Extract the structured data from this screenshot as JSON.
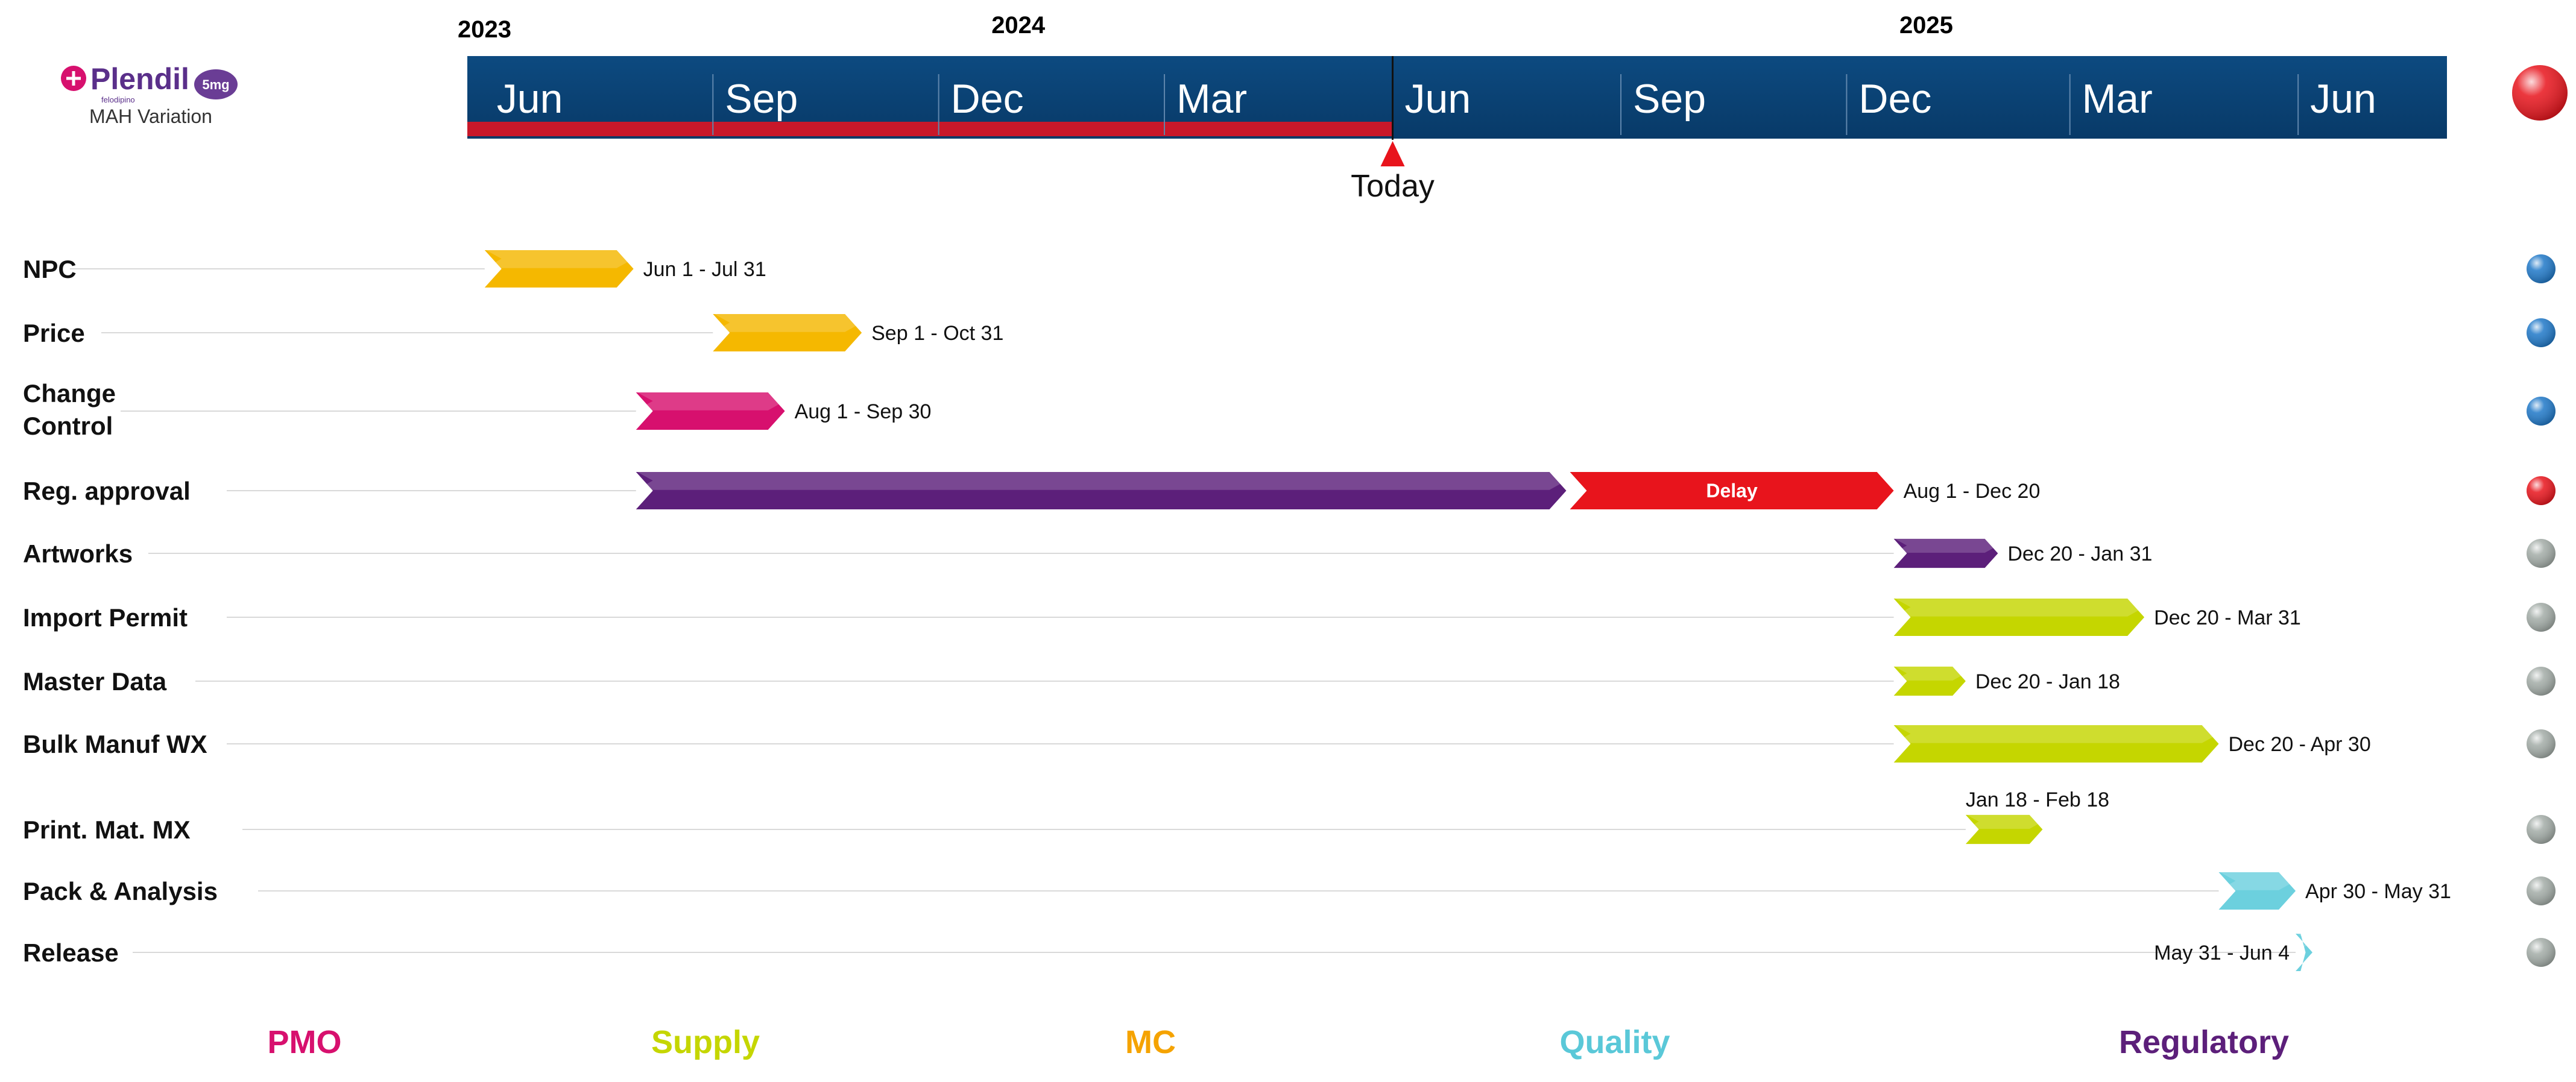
{
  "logo": {
    "name": "Plendil",
    "generic": "felodipino",
    "dose": "5mg",
    "caption": "MAH Variation"
  },
  "chart_data": {
    "type": "gantt",
    "x_range": [
      "2023-05-25",
      "2025-07-31"
    ],
    "today": "2024-06-01",
    "today_label": "Today",
    "years": [
      {
        "label": "2023",
        "date": "2023-06-01"
      },
      {
        "label": "2024",
        "date": "2024-01-01"
      },
      {
        "label": "2025",
        "date": "2025-01-01"
      }
    ],
    "months": [
      {
        "label": "Jun",
        "date": "2023-06-01"
      },
      {
        "label": "Sep",
        "date": "2023-09-01"
      },
      {
        "label": "Dec",
        "date": "2023-12-01"
      },
      {
        "label": "Mar",
        "date": "2024-03-01"
      },
      {
        "label": "Jun",
        "date": "2024-06-01"
      },
      {
        "label": "Sep",
        "date": "2024-09-01"
      },
      {
        "label": "Dec",
        "date": "2024-12-01"
      },
      {
        "label": "Mar",
        "date": "2025-03-01"
      },
      {
        "label": "Jun",
        "date": "2025-06-01"
      }
    ],
    "tasks": [
      {
        "label": [
          "NPC"
        ],
        "start": "2023-06-01",
        "end": "2023-07-31",
        "color": "#f5b800",
        "date_label": "Jun 1 - Jul 31",
        "status": "#1f78c8"
      },
      {
        "label": [
          "Price"
        ],
        "start": "2023-09-01",
        "end": "2023-10-31",
        "color": "#f5b800",
        "date_label": "Sep 1 - Oct 31",
        "status": "#1f78c8"
      },
      {
        "label": [
          "Change",
          "Control"
        ],
        "start": "2023-08-01",
        "end": "2023-09-30",
        "color": "#d7106e",
        "date_label": "Aug 1 - Sep 30",
        "status": "#1f78c8"
      },
      {
        "label": [
          "Reg. approval"
        ],
        "start": "2023-08-01",
        "end": "2024-08-10",
        "color": "#5c1f7a",
        "date_label": "Aug 1 - Dec 20",
        "status": "#e8141c",
        "delay": {
          "start": "2024-08-10",
          "end": "2024-12-20",
          "color": "#e8141c",
          "label": "Delay"
        }
      },
      {
        "label": [
          "Artworks"
        ],
        "start": "2024-12-20",
        "end": "2025-01-31",
        "color": "#5c1f7a",
        "date_label": "Dec 20 - Jan 31",
        "status": "#a3aca7"
      },
      {
        "label": [
          "Import Permit"
        ],
        "start": "2024-12-20",
        "end": "2025-03-31",
        "color": "#c5d600",
        "date_label": "Dec 20 - Mar 31",
        "status": "#a3aca7"
      },
      {
        "label": [
          "Master Data"
        ],
        "start": "2024-12-20",
        "end": "2025-01-18",
        "color": "#c5d600",
        "date_label": "Dec 20 - Jan 18",
        "status": "#a3aca7"
      },
      {
        "label": [
          "Bulk Manuf WX"
        ],
        "start": "2024-12-20",
        "end": "2025-04-30",
        "color": "#c5d600",
        "date_label": "Dec 20 - Apr 30",
        "status": "#a3aca7"
      },
      {
        "label": [
          "Print. Mat. MX"
        ],
        "start": "2025-01-18",
        "end": "2025-02-18",
        "color": "#c5d600",
        "date_label": "Jan 18 - Feb 18",
        "date_label_above": true,
        "status": "#a3aca7"
      },
      {
        "label": [
          "Pack & Analysis"
        ],
        "start": "2025-04-30",
        "end": "2025-05-31",
        "color": "#6cd0de",
        "date_label": "Apr 30 - May 31",
        "status": "#a3aca7"
      },
      {
        "label": [
          "Release"
        ],
        "start": "2025-05-31",
        "end": "2025-06-04",
        "color": "#6cd0de",
        "date_label": "May 31 - Jun 4",
        "date_label_left": true,
        "status": "#a3aca7"
      }
    ],
    "overall_status": "#e8141c",
    "legend": [
      {
        "name": "PMO",
        "color": "#d7106e"
      },
      {
        "name": "Supply",
        "color": "#c5d600"
      },
      {
        "name": "MC",
        "color": "#f5a300"
      },
      {
        "name": "Quality",
        "color": "#5ac8d8"
      },
      {
        "name": "Regulatory",
        "color": "#5c1f7a"
      }
    ]
  }
}
